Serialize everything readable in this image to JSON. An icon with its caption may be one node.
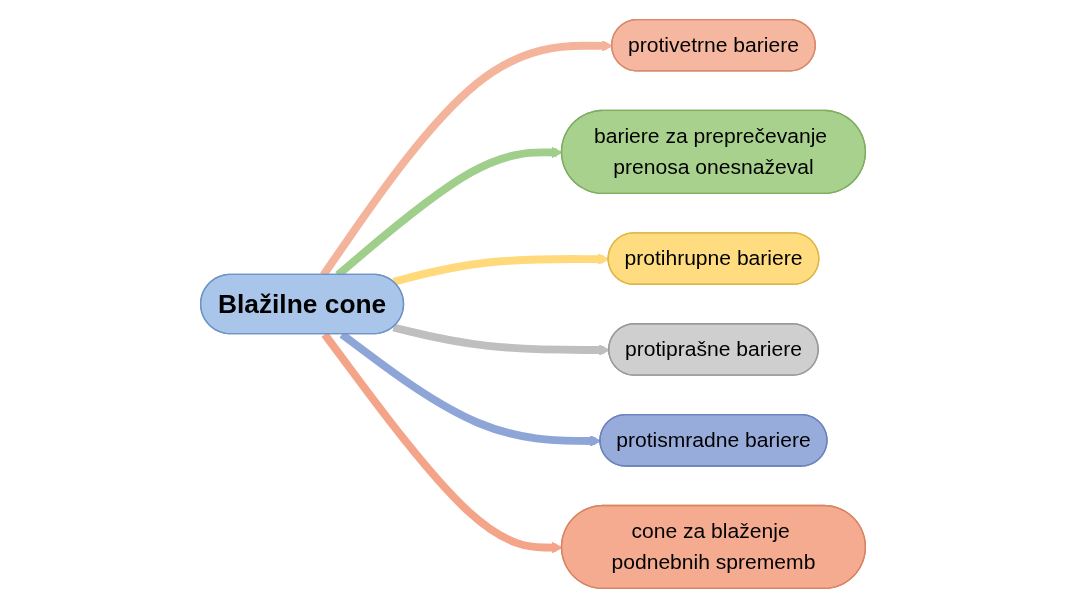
{
  "diagram": {
    "nodes": [
      {
        "text": [
          "Blažilne cone"
        ]
      },
      {
        "text": [
          "protivetrne bariere"
        ]
      },
      {
        "text": [
          "bariere za preprečevanje prenosa onesnaževal"
        ]
      },
      {
        "text": [
          "protihrupne bariere"
        ]
      },
      {
        "text": [
          "protiprašne bariere"
        ]
      },
      {
        "text": [
          "protismradne bariere"
        ]
      },
      {
        "text": [
          "cone za blaženje podnebnih sprememb"
        ]
      }
    ],
    "edges": [
      {
        "from": 0,
        "to": 1,
        "arrow": "to",
        "color": "#f4b49c"
      },
      {
        "from": 0,
        "to": 2,
        "arrow": "to",
        "color": "#9fcf8a"
      },
      {
        "from": 0,
        "to": 3,
        "arrow": "to",
        "color": "#ffd97a"
      },
      {
        "from": 0,
        "to": 4,
        "arrow": "to",
        "color": "#bfbfbf"
      },
      {
        "from": 0,
        "to": 5,
        "arrow": "to",
        "color": "#8ea5d8"
      },
      {
        "from": 0,
        "to": 6,
        "arrow": "to",
        "color": "#f4a488"
      }
    ]
  }
}
